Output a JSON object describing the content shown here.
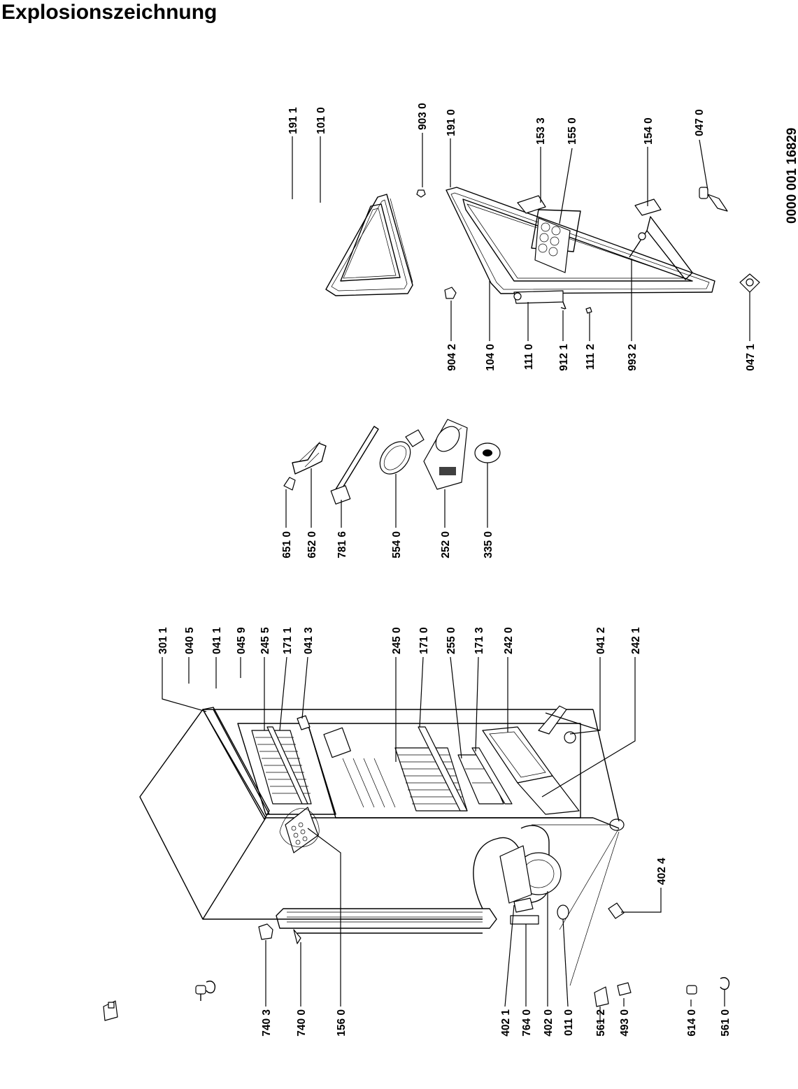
{
  "title": "Explosionszeichnung",
  "document_number": "0000  001 16829",
  "colors": {
    "ink": "#000000",
    "paper": "#ffffff"
  },
  "labels": {
    "p1911": "191 1",
    "p1010": "101 0",
    "p9030": "903 0",
    "p1910": "191 0",
    "p1533": "153 3",
    "p1550": "155 0",
    "p1540": "154 0",
    "p0470": "047 0",
    "p9042": "904 2",
    "p1040": "104 0",
    "p1110": "111 0",
    "p9121": "912 1",
    "p1112": "111 2",
    "p9932": "993 2",
    "p0471": "047 1",
    "p6510": "651 0",
    "p6520": "652 0",
    "p7816": "781 6",
    "p5540": "554 0",
    "p2520": "252 0",
    "p3350": "335 0",
    "p3011": "301 1",
    "p0405": "040 5",
    "p0411": "041 1",
    "p0459": "045 9",
    "p2455": "245 5",
    "p1711": "171 1",
    "p0413": "041 3",
    "p2450": "245 0",
    "p1710": "171 0",
    "p2550": "255 0",
    "p1713": "171 3",
    "p2420": "242 0",
    "p0412": "041 2",
    "p2421": "242 1",
    "p4024": "402 4",
    "p7403": "740 3",
    "p7400": "740 0",
    "p1560": "156 0",
    "p4021": "402 1",
    "p7640": "764 0",
    "p4020": "402 0",
    "p0110": "011 0",
    "p5612": "561 2",
    "p4930": "493 0",
    "p6140": "614 0",
    "p5610": "561 0"
  }
}
